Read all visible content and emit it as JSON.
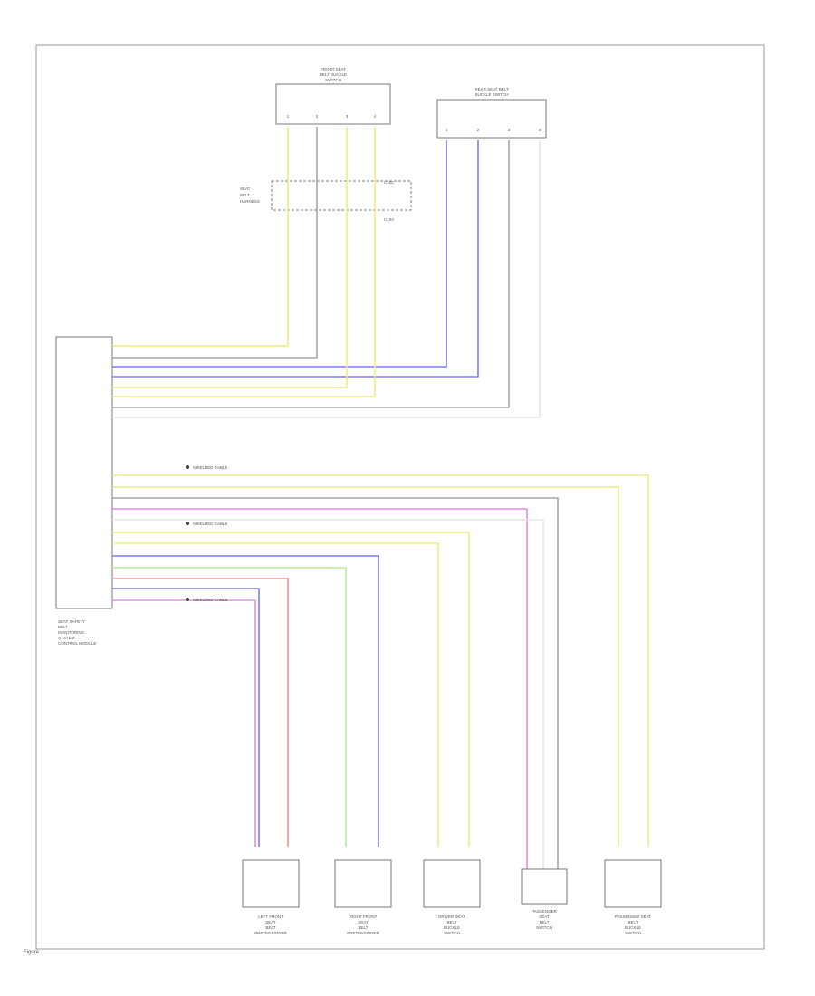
{
  "page": {
    "label": "Figure"
  },
  "colors": {
    "yellow": "#ecec86",
    "gray": "#a6a6a6",
    "blue": "#7c7cf0",
    "white": "#e6e6e6",
    "green": "#b7ec9a",
    "red": "#f29191",
    "pink": "#e28ee6",
    "lightblue": "#8fc0ea"
  },
  "module": {
    "label_lines": [
      "SEAT SAFETY",
      "BELT",
      "MONITORING",
      "SYSTEM",
      "CONTROL MODULE"
    ]
  },
  "notes": {
    "n1": "SHIELDED CABLE",
    "n2": "SHIELDED CABLE",
    "n3": "SHIELDED CABLE"
  },
  "top_left_connector": {
    "label_lines": [
      "FRONT SEAT",
      "BELT BUCKLE",
      "SWITCH"
    ],
    "pins": [
      "1",
      "2",
      "3",
      "4"
    ]
  },
  "top_right_connector": {
    "label_lines": [
      "REAR SEAT BELT",
      "BUCKLE SWITCH"
    ],
    "pins": [
      "1",
      "2",
      "3",
      "4"
    ]
  },
  "inline_connector": {
    "label_left": [
      "SEAT",
      "BELT",
      "HARNESS"
    ],
    "label_right": [
      "C102",
      "C103"
    ]
  },
  "bottom_components": [
    {
      "name": "LEFT FRONT SEAT BELT PRETENSIONER",
      "label_lines": [
        "LEFT FRONT",
        "SEAT",
        "BELT",
        "PRETENSIONER"
      ]
    },
    {
      "name": "RIGHT FRONT SEAT BELT PRETENSIONER",
      "label_lines": [
        "RIGHT FRONT",
        "SEAT",
        "BELT",
        "PRETENSIONER"
      ]
    },
    {
      "name": "DRIVER SEAT BELT BUCKLE SWITCH",
      "label_lines": [
        "DRIVER SEAT",
        "BELT",
        "BUCKLE",
        "SWITCH"
      ]
    },
    {
      "name": "PASSENGER SEAT BELT SWITCH",
      "label_lines": [
        "PASSENGER",
        "SEAT",
        "BELT",
        "SWITCH"
      ]
    },
    {
      "name": "PASSENGER SEAT BELT BUCKLE SWITCH",
      "label_lines": [
        "PASSENGER SEAT",
        "BELT",
        "BUCKLE",
        "SWITCH"
      ]
    }
  ]
}
